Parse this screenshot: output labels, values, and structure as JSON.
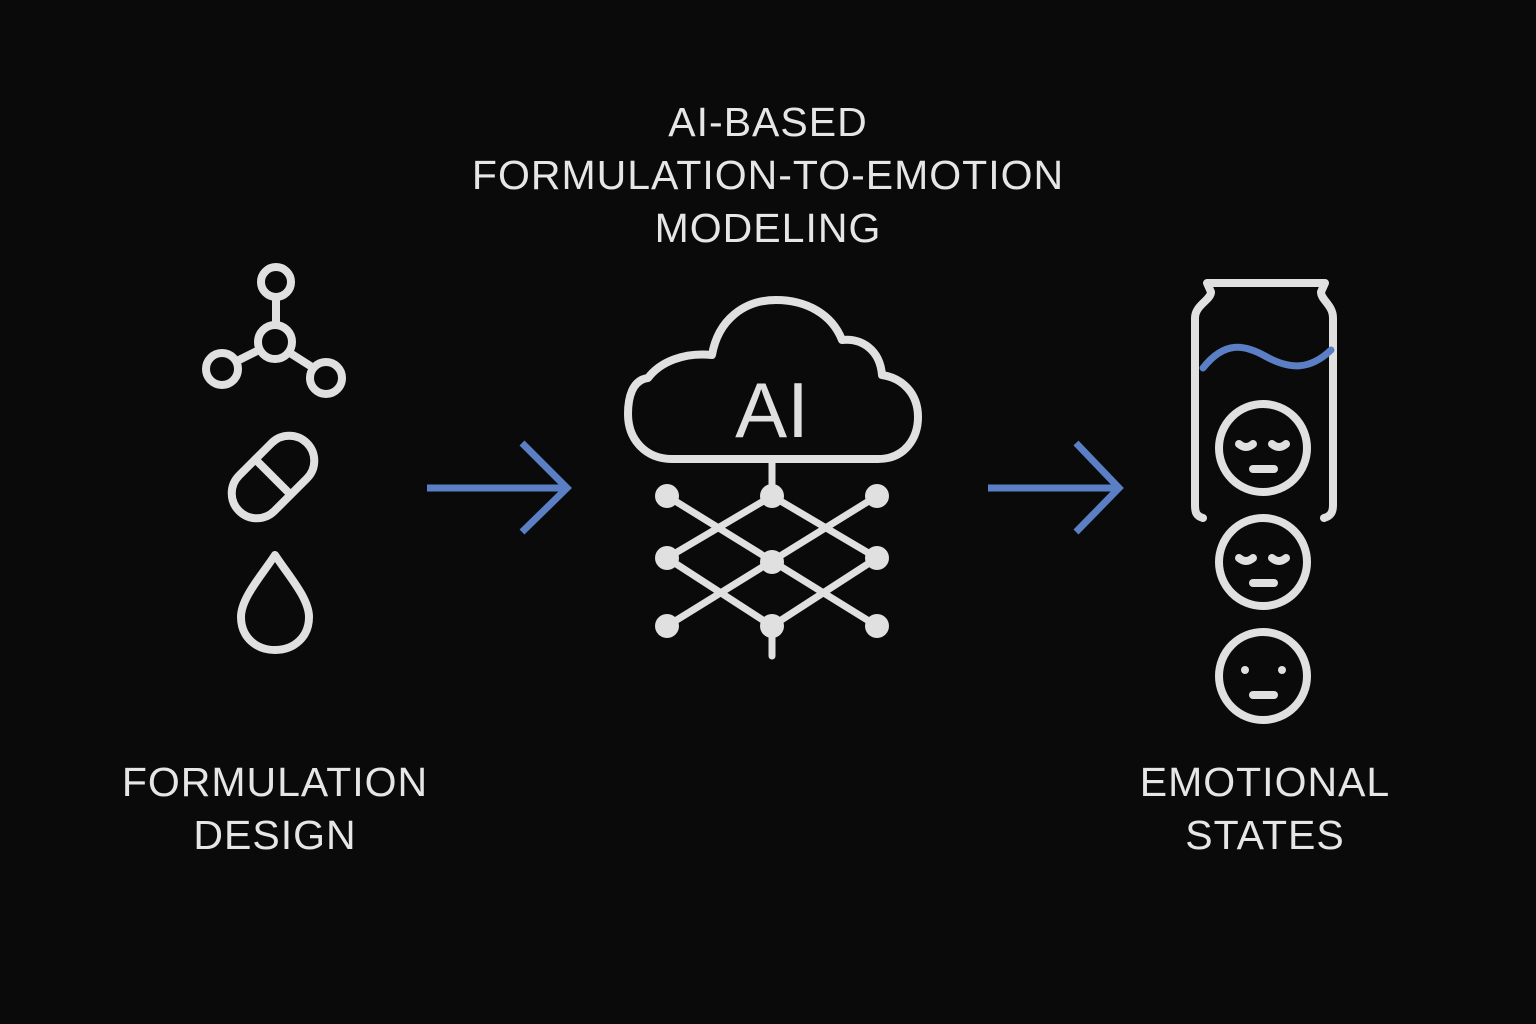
{
  "title": {
    "lines": [
      "AI-BASED",
      "FORMULATION-TO-EMOTION",
      "MODELING"
    ]
  },
  "stages": [
    {
      "id": "formulation-design",
      "label_lines": [
        "FORMULATION",
        "DESIGN"
      ],
      "icons": [
        "molecule-icon",
        "capsule-icon",
        "droplet-icon"
      ]
    },
    {
      "id": "ai-model",
      "cloud_text": "AI",
      "icons": [
        "ai-cloud-icon",
        "neural-network-icon"
      ]
    },
    {
      "id": "emotional-states",
      "label_lines": [
        "EMOTIONAL",
        "STATES"
      ],
      "icons": [
        "beverage-can-icon",
        "relaxed-face-icon",
        "calm-face-icon",
        "neutral-face-icon"
      ]
    }
  ],
  "arrows": [
    "arrow-right-icon",
    "arrow-right-icon"
  ],
  "colors": {
    "background": "#0a0a0a",
    "foreground": "#e0e0e0",
    "accent": "#5b7fc4"
  }
}
